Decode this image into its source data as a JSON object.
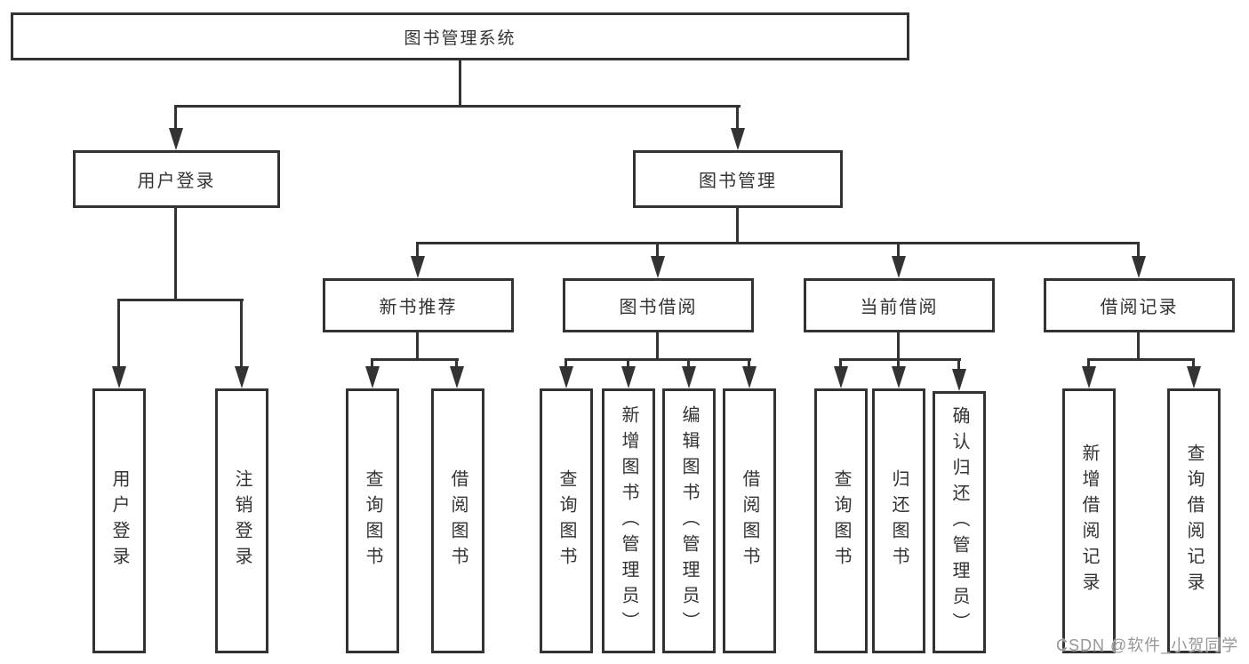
{
  "tree": {
    "root": {
      "label": "图书管理系统"
    },
    "login": {
      "label": "用户登录",
      "children": [
        {
          "label": "用户登录"
        },
        {
          "label": "注销登录"
        }
      ]
    },
    "mgmt": {
      "label": "图书管理",
      "sections": [
        {
          "label": "新书推荐",
          "children": [
            {
              "label": "查询图书"
            },
            {
              "label": "借阅图书"
            }
          ]
        },
        {
          "label": "图书借阅",
          "children": [
            {
              "label": "查询图书"
            },
            {
              "label": "新增图书（管理员）"
            },
            {
              "label": "编辑图书（管理员）"
            },
            {
              "label": "借阅图书"
            }
          ]
        },
        {
          "label": "当前借阅",
          "children": [
            {
              "label": "查询图书"
            },
            {
              "label": "归还图书"
            },
            {
              "label": "确认归还（管理员）"
            }
          ]
        },
        {
          "label": "借阅记录",
          "children": [
            {
              "label": "新增借阅记录"
            },
            {
              "label": "查询借阅记录"
            }
          ]
        }
      ]
    },
    "colors": {
      "line": "#333333",
      "text": "#333333",
      "background": "#ffffff"
    }
  },
  "watermark": {
    "text": "CSDN @软件_小贺同学"
  }
}
